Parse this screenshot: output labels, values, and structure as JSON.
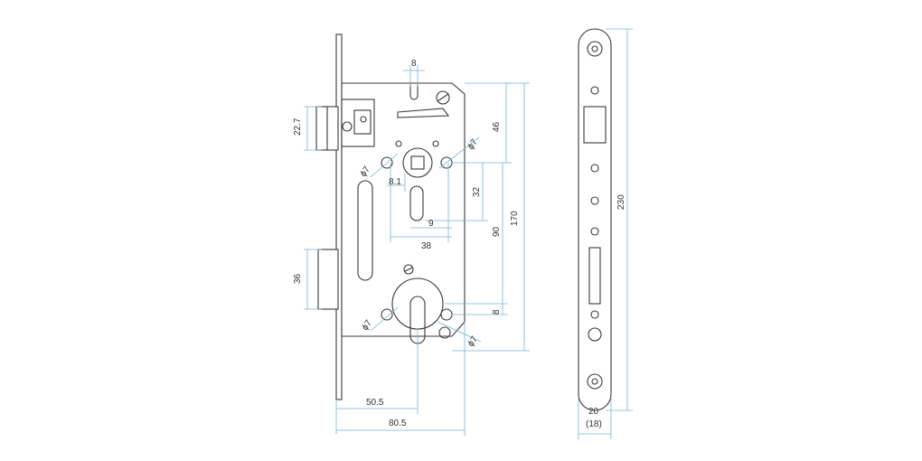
{
  "diagram": {
    "dimensions": {
      "slot_width": "8",
      "follower_height": "22.7",
      "diag_top_right": "ϕ7",
      "top_offset": "46",
      "diag_top_left": "ϕ7",
      "spindle_square": "8.1",
      "cam_spacing": "32",
      "center_distance": "90",
      "total_height": "170",
      "small_gap": "9",
      "width_38": "38",
      "deadbolt_height": "36",
      "diag_bottom_left": "ϕ7",
      "bottom_offset": "8",
      "diag_bottom_right": "ϕ7",
      "backset": "50.5",
      "case_depth": "80.5",
      "faceplate_height": "230",
      "faceplate_width": "20",
      "faceplate_width_alt": "(18)"
    },
    "colors": {
      "dimension_lines": "#6fb6d6",
      "part_lines": "#3a3a3a"
    }
  }
}
